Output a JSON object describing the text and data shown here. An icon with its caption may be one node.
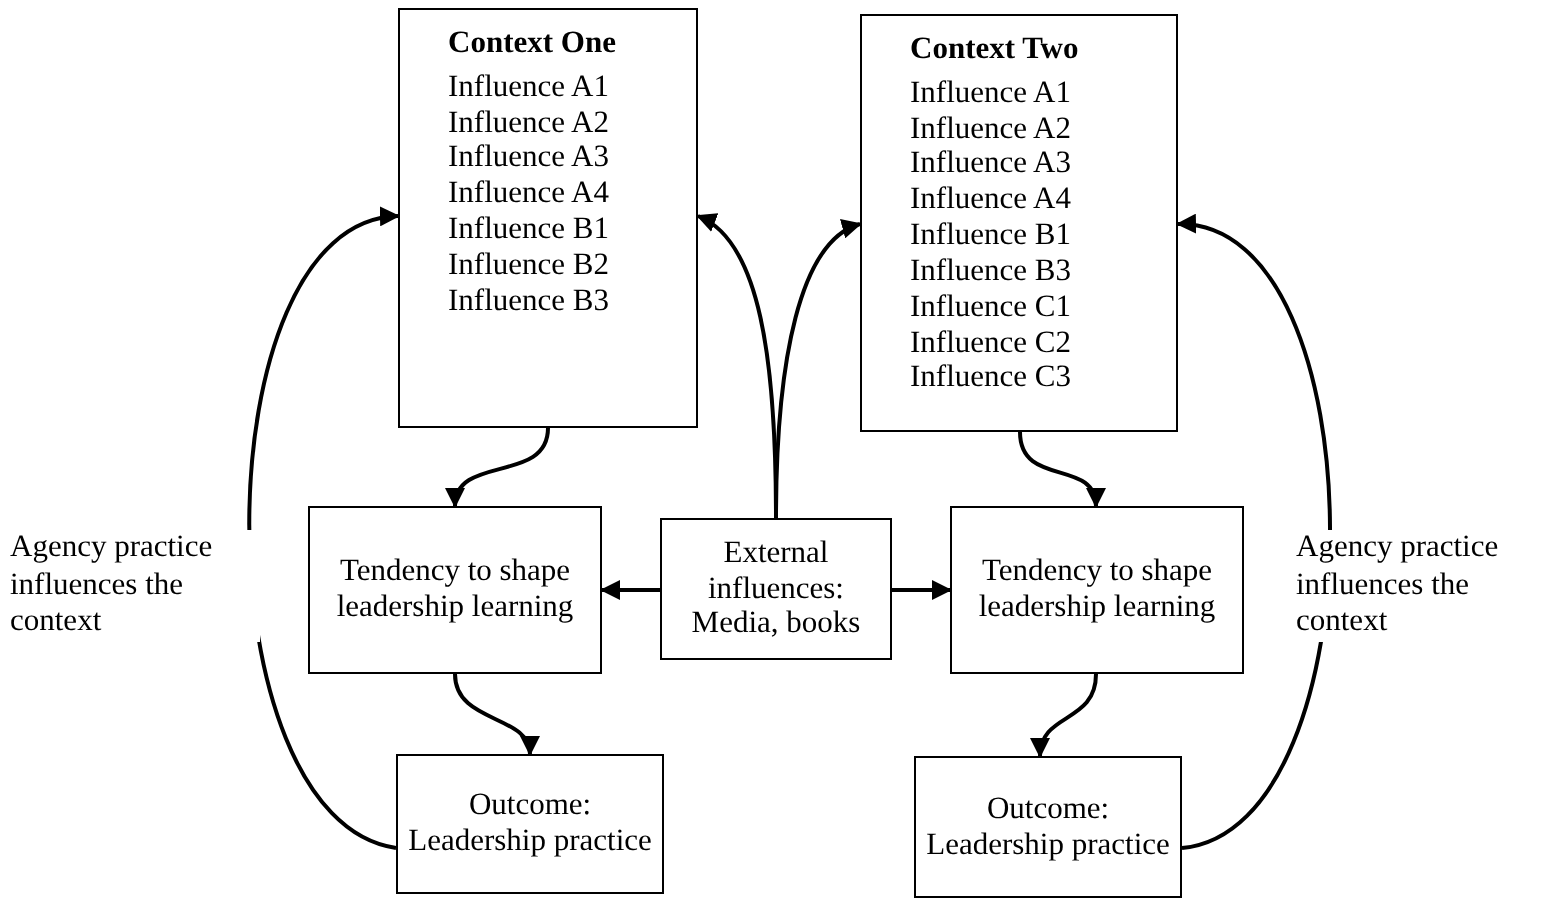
{
  "diagram": {
    "nodes": [
      {
        "text": [
          "Context One",
          "Influence A1",
          "Influence A2",
          "Influence A3",
          "Influence A4",
          "Influence B1",
          "Influence B2",
          "Influence B3"
        ]
      },
      {
        "text": [
          "Tendency to shape leadership learning"
        ]
      },
      {
        "text": [
          "Outcome: Leadership practice"
        ]
      },
      {
        "text": [
          "External influences: Media, books"
        ]
      },
      {
        "text": [
          "Context Two",
          "Influence A1",
          "Influence A2",
          "Influence A3",
          "Influence A4",
          "Influence B1",
          "Influence B3",
          "Influence C1",
          "Influence C2",
          "Influence C3"
        ]
      },
      {
        "text": [
          "Tendency to shape leadership learning"
        ]
      },
      {
        "text": [
          "Outcome: Leadership practice"
        ]
      }
    ],
    "edges": [
      {
        "from": 0,
        "to": 1,
        "arrow": "to"
      },
      {
        "from": 1,
        "to": 2,
        "arrow": "to"
      },
      {
        "from": 2,
        "to": 0,
        "arrow": "to",
        "label": "Agency practice influences the context"
      },
      {
        "from": 3,
        "to": 1,
        "arrow": "to"
      },
      {
        "from": 3,
        "to": 0,
        "arrow": "to"
      },
      {
        "from": 3,
        "to": 4,
        "arrow": "to"
      },
      {
        "from": 3,
        "to": 5,
        "arrow": "to"
      },
      {
        "from": 4,
        "to": 5,
        "arrow": "to"
      },
      {
        "from": 5,
        "to": 6,
        "arrow": "to"
      },
      {
        "from": 6,
        "to": 4,
        "arrow": "to",
        "label": "Agency practice influences the context"
      }
    ]
  }
}
